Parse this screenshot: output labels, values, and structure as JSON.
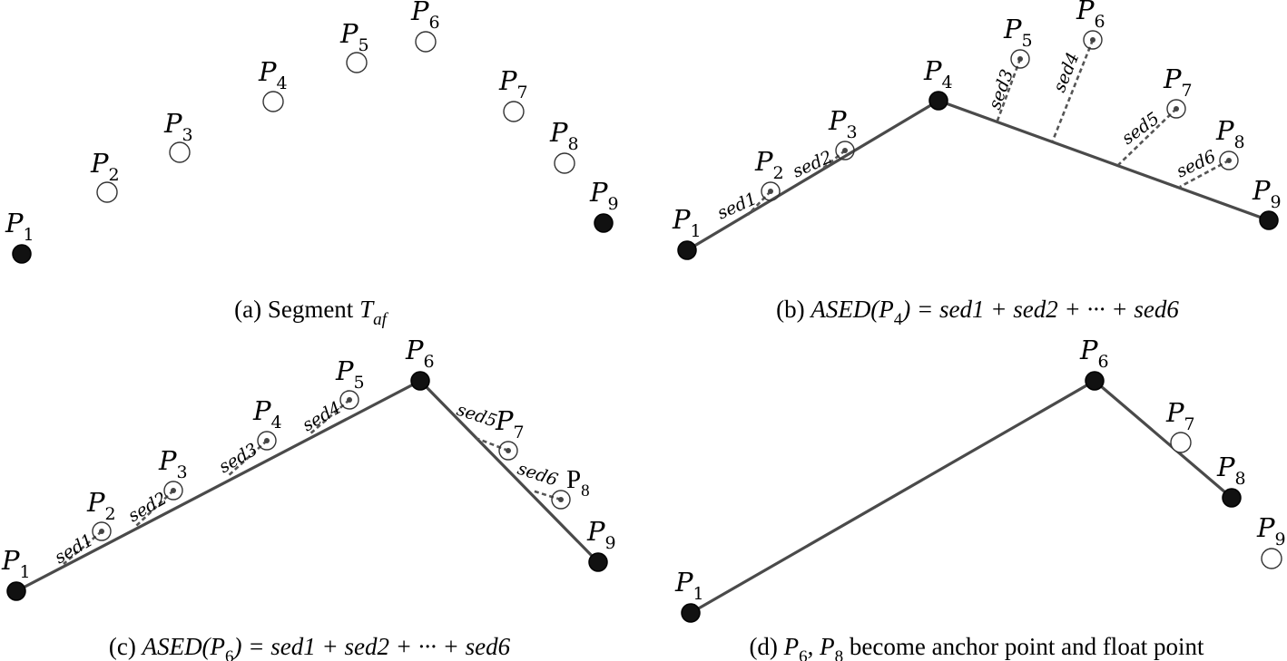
{
  "panels": {
    "a": {
      "caption_prefix": "(a) Segment ",
      "caption_symbol": "T",
      "caption_sub": "af",
      "labels": [
        "P",
        "P",
        "P",
        "P",
        "P",
        "P",
        "P",
        "P",
        "P"
      ],
      "subs": [
        "1",
        "2",
        "3",
        "4",
        "5",
        "6",
        "7",
        "8",
        "9"
      ]
    },
    "b": {
      "caption_prefix": "(b) ",
      "caption_math": "ASED(P",
      "caption_sub": "4",
      "caption_tail": ") = sed1 + sed2 + ··· + sed6",
      "labels": [
        "P",
        "P",
        "P",
        "P",
        "P",
        "P",
        "P",
        "P",
        "P"
      ],
      "subs": [
        "1",
        "2",
        "3",
        "4",
        "5",
        "6",
        "7",
        "8",
        "9"
      ],
      "sed_labels": [
        "sed1",
        "sed2",
        "sed3",
        "sed4",
        "sed5",
        "sed6"
      ]
    },
    "c": {
      "caption_prefix": "(c) ",
      "caption_math": "ASED(P",
      "caption_sub": "6",
      "caption_tail": ") = sed1 + sed2 + ··· + sed6",
      "labels": [
        "P",
        "P",
        "P",
        "P",
        "P",
        "P",
        "P",
        "P",
        "P"
      ],
      "subs": [
        "1",
        "2",
        "3",
        "4",
        "5",
        "6",
        "7",
        "8",
        "9"
      ],
      "sed_labels": [
        "sed1",
        "sed2",
        "sed3",
        "sed4",
        "sed5",
        "sed6"
      ]
    },
    "d": {
      "caption_prefix": "(d) ",
      "caption_p": "P",
      "caption_sub1": "6",
      "caption_comma": ", ",
      "caption_sub2": "8",
      "caption_tail": " become anchor point and float point",
      "labels": [
        "P",
        "P",
        "P",
        "P",
        "P"
      ],
      "subs": [
        "1",
        "6",
        "7",
        "8",
        "9"
      ]
    }
  },
  "colors": {
    "line": "#4a4a4a",
    "anchor": "#111111",
    "dash": "#555555"
  }
}
